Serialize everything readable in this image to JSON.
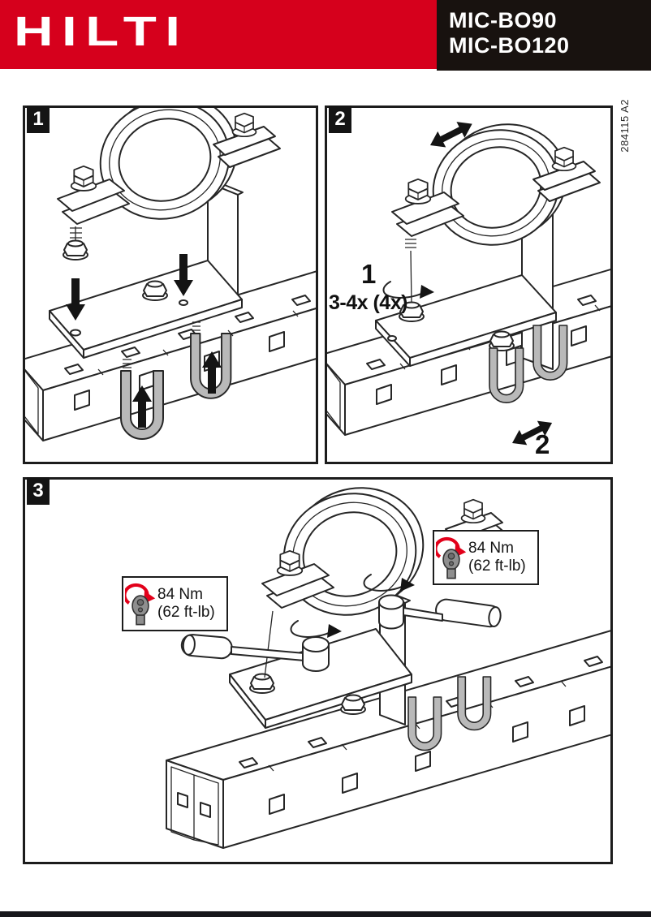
{
  "header": {
    "logo_text": "HILTI",
    "models": [
      "MIC-BO90",
      "MIC-BO120"
    ]
  },
  "doc_code": "284115 A2",
  "colors": {
    "brand_red": "#D6001C",
    "header_black": "#18120F",
    "ink": "#1C1C1C",
    "torque_arrow_red": "#E2001A",
    "metal_gray": "#B9B9B9"
  },
  "panels": [
    {
      "number": "1"
    },
    {
      "number": "2",
      "labels": {
        "step1": "1",
        "repetitions": "3-4x (4x)",
        "step2": "2"
      }
    },
    {
      "number": "3",
      "torque_boxes": [
        {
          "nm": "84 Nm",
          "ftlb": "(62 ft-lb)"
        },
        {
          "nm": "84 Nm",
          "ftlb": "(62 ft-lb)"
        }
      ]
    }
  ]
}
